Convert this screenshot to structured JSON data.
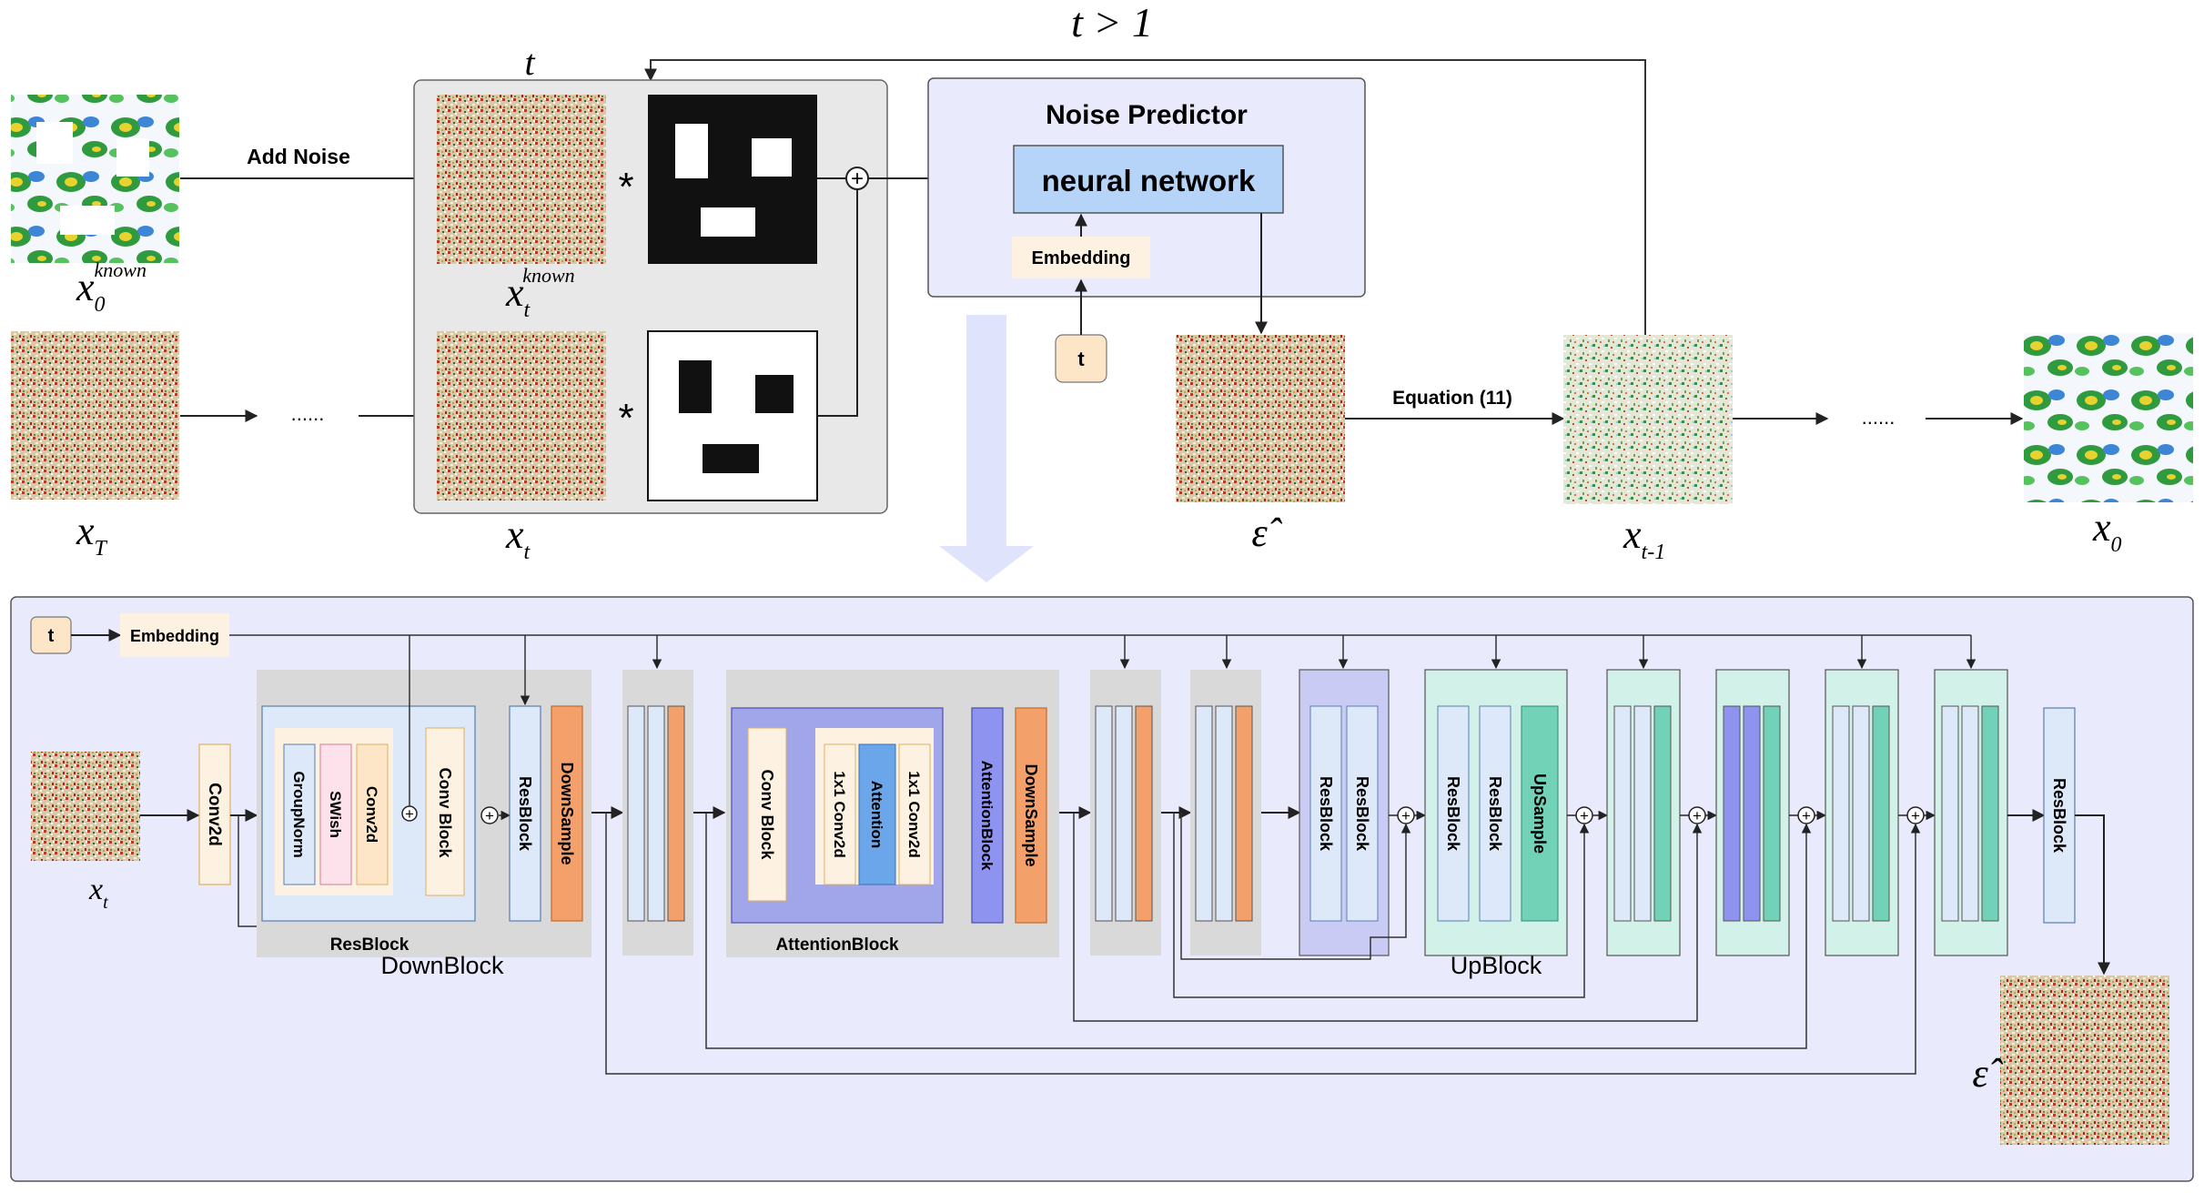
{
  "top": {
    "loop_condition": "t > 1",
    "t_label": "t",
    "add_noise_label": "Add Noise",
    "multiply_symbol": "*",
    "plus_symbol": "+",
    "dots": "......",
    "var_x0": "x",
    "var_x0_sub": "0",
    "var_x0_sup": "known",
    "var_xt_known": "x",
    "var_xt_known_sub": "t",
    "var_xt_known_sup": "known",
    "var_xT": "x",
    "var_xT_sub": "T",
    "var_xt": "x",
    "var_xt_sub": "t",
    "noise_predictor_title": "Noise Predictor",
    "neural_network_label": "neural network",
    "embedding_label": "Embedding",
    "t_box_label": "t",
    "eps_hat": "ε̂",
    "equation_label": "Equation (11)",
    "var_xt1": "x",
    "var_xt1_sub": "t-1",
    "var_xout": "x",
    "var_xout_sub": "0"
  },
  "bottom": {
    "t_box": "t",
    "embedding": "Embedding",
    "input_var": "x",
    "input_var_sub": "t",
    "conv2d": "Conv2d",
    "groupnorm": "GroupNorm",
    "swish": "SWish",
    "conv2d_inner": "Conv2d",
    "conv_block": "Conv Block",
    "resblock_inner_label": "ResBlock",
    "resblock": "ResBlock",
    "downsample": "DownSample",
    "downblock_label": "DownBlock",
    "attn_conv_block": "Conv Block",
    "conv1x1_a": "1x1 Conv2d",
    "attention": "Attention",
    "conv1x1_b": "1x1 Conv2d",
    "attention_block_vertical": "AttentionBlock",
    "downsample2": "DownSample",
    "attentionblock_label": "AttentionBlock",
    "up_resblock1": "ResBlock",
    "up_resblock2": "ResBlock",
    "upb_resblock1": "ResBlock",
    "upb_resblock2": "ResBlock",
    "upsample": "UpSample",
    "upblock_label": "UpBlock",
    "final_resblock": "ResBlock",
    "output_eps": "ε̂"
  },
  "colors": {
    "panel_bg": "#e9eafc",
    "gray_block": "#d9d9d9",
    "light_blue": "#dde8f8",
    "orange": "#f4a06a",
    "cream": "#fdf2e2",
    "teal_light": "#d2f1e8",
    "teal": "#72d2b8",
    "purple": "#8d93ef",
    "nn_blue": "#b6d4f8",
    "attention_blue": "#6aa6e9"
  }
}
